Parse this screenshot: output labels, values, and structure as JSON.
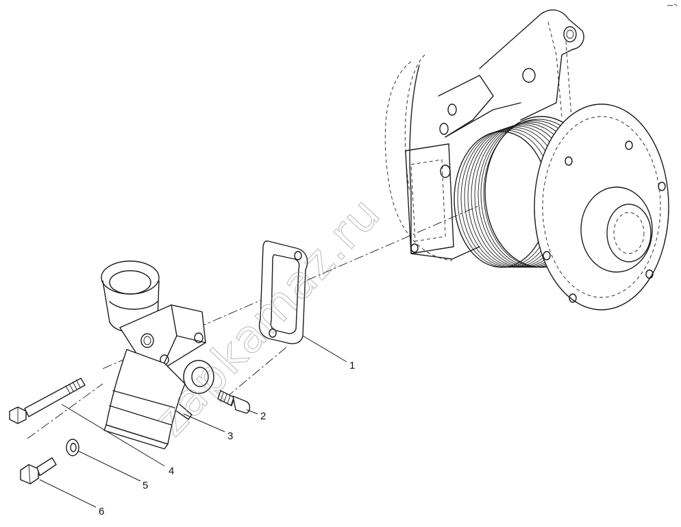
{
  "watermark": "zapkamaz.ru",
  "callouts": [
    "1",
    "2",
    "3",
    "4",
    "5",
    "6"
  ],
  "parts": [
    {
      "id": "1",
      "name": "gasket-icon"
    },
    {
      "id": "2",
      "name": "short-bolt-icon"
    },
    {
      "id": "3",
      "name": "thermostat-housing-elbow-icon"
    },
    {
      "id": "4",
      "name": "long-bolt-icon"
    },
    {
      "id": "5",
      "name": "washer-icon"
    },
    {
      "id": "6",
      "name": "hex-bolt-icon"
    },
    {
      "id": "",
      "name": "water-pump-assembly-icon"
    }
  ]
}
